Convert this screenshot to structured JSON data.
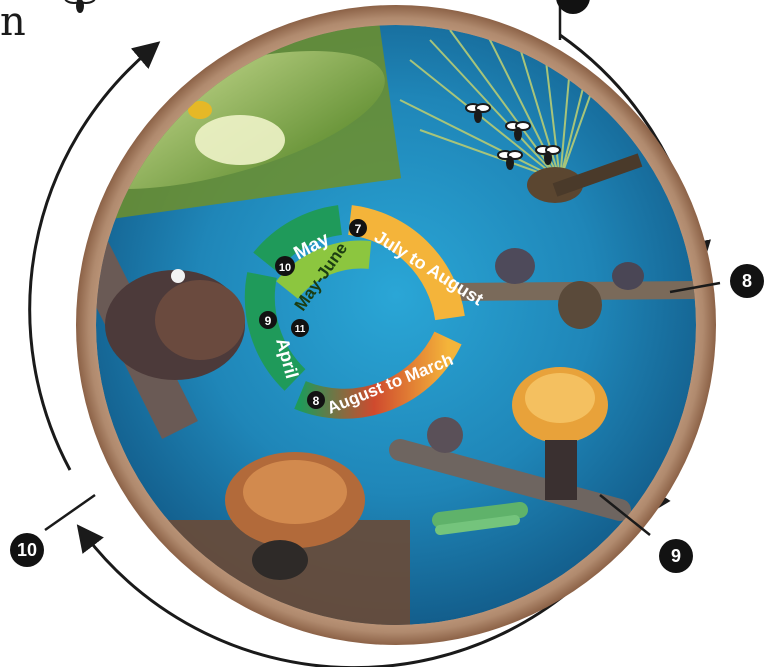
{
  "heading_fragment": "n",
  "markers": {
    "outer_8": "8",
    "outer_9": "9",
    "outer_10": "10"
  },
  "inner_ring": {
    "july_august": {
      "number": "7",
      "label": "July to August"
    },
    "august_march": {
      "number": "8",
      "label": "August to March"
    },
    "april": {
      "number": "9",
      "label": "April"
    },
    "may": {
      "number": "10",
      "label": "May"
    },
    "may_june": {
      "number": "11",
      "label": "May-June"
    }
  },
  "colors": {
    "background_blue": "#1f7fae",
    "rim_brown": "#b08a6e",
    "green_stage": "#1f9a5a",
    "yellow_stage": "#f4b43a",
    "red_stage": "#cf4a2e",
    "light_green_stage": "#8cc63f"
  }
}
